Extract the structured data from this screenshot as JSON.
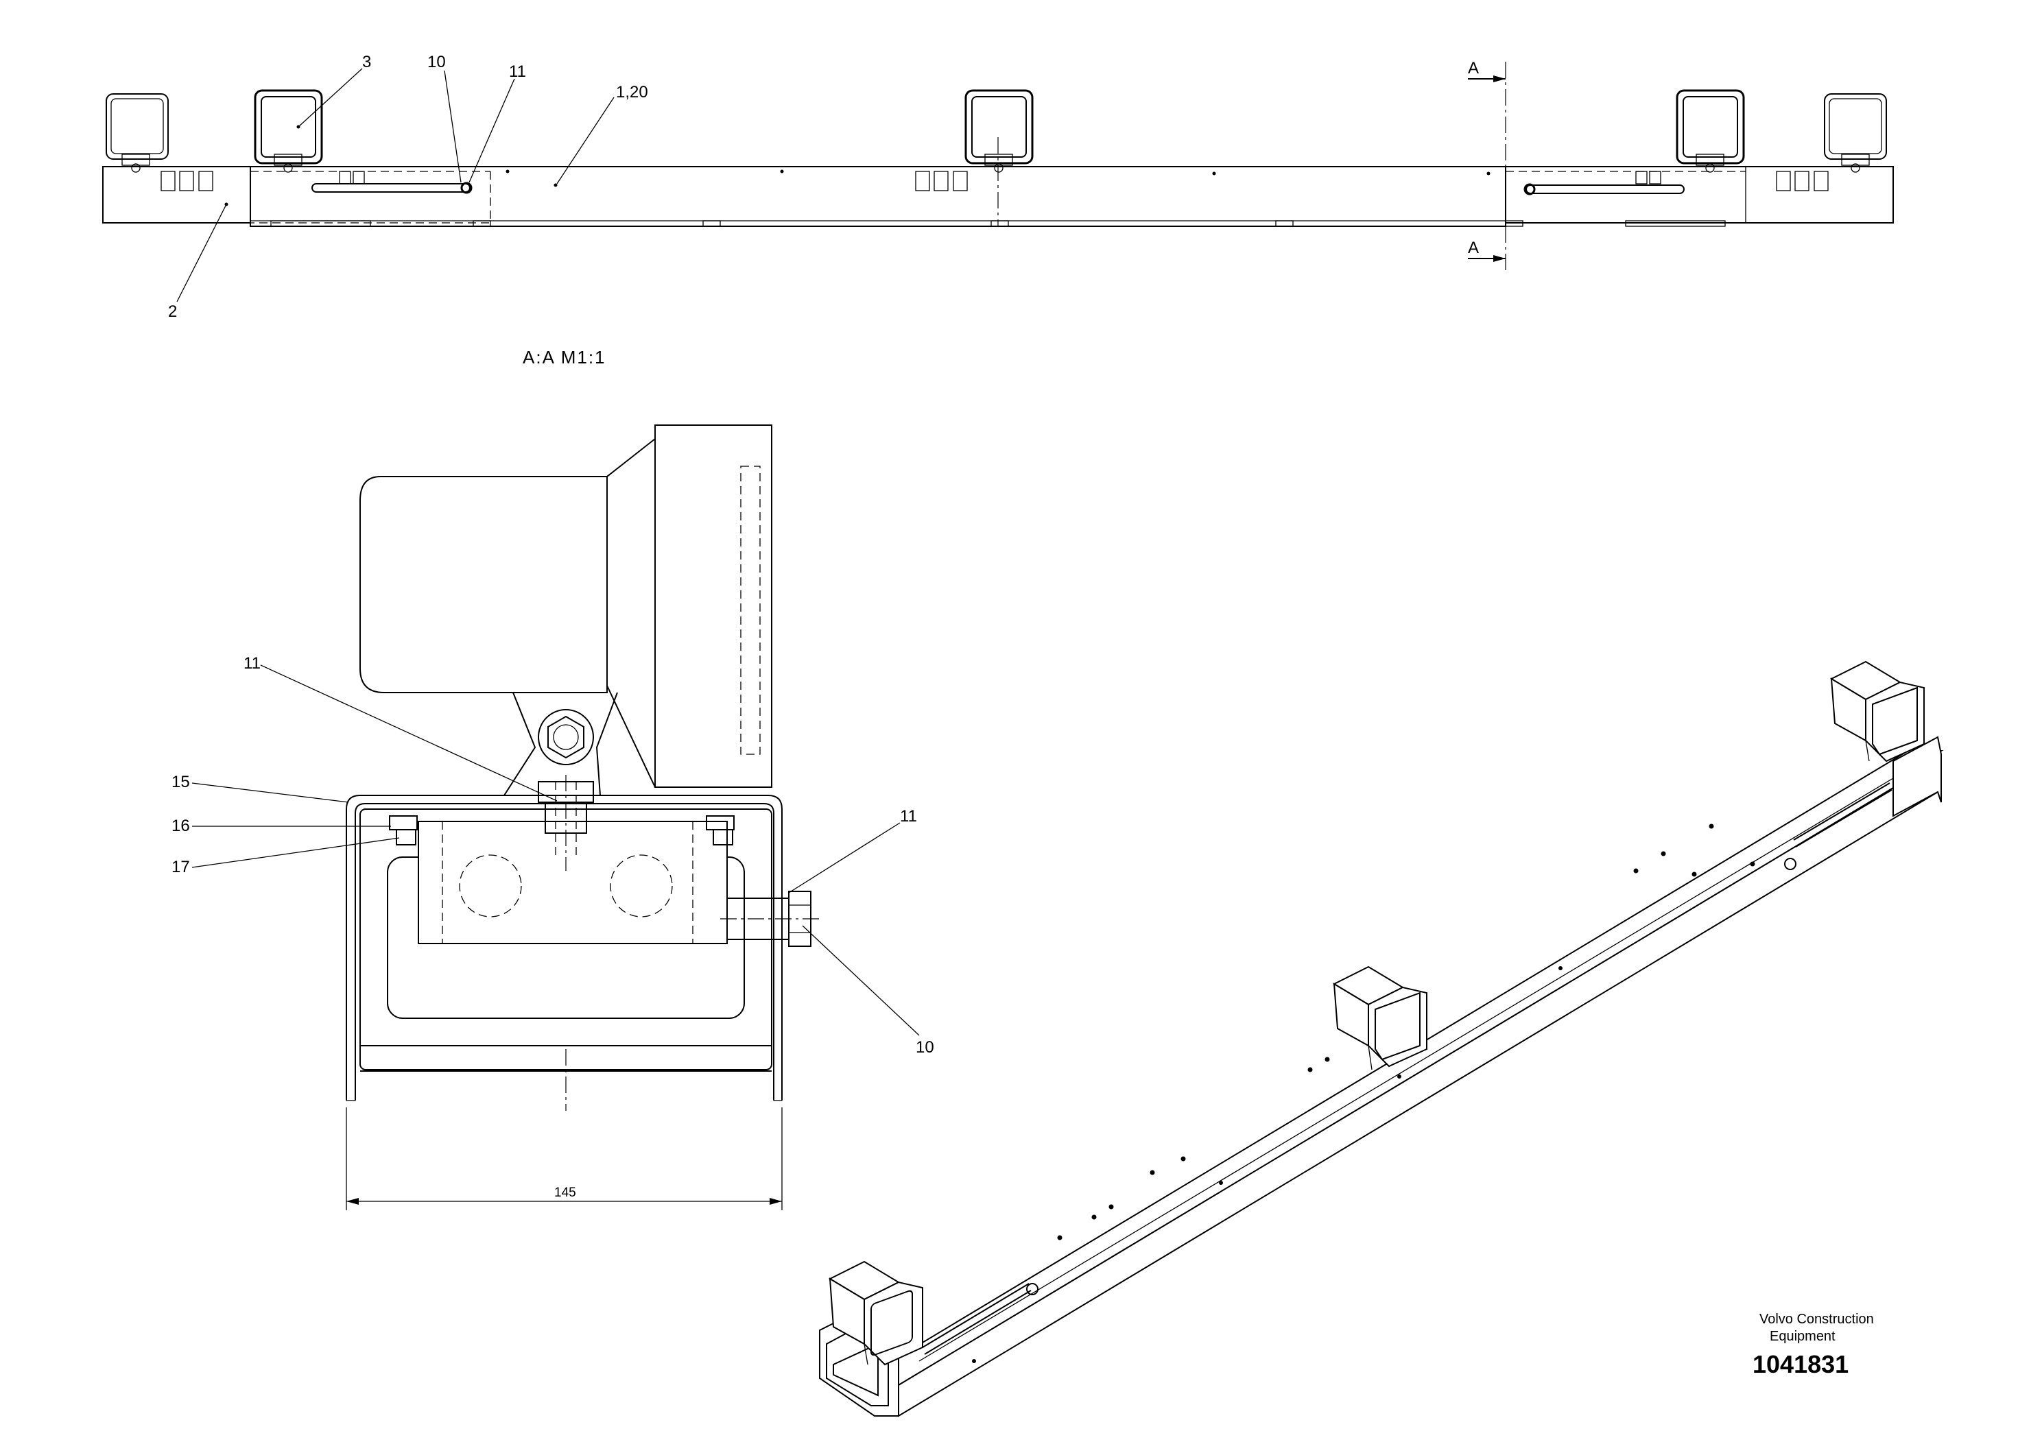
{
  "drawing": {
    "top_view": {
      "section_marker_top": "A",
      "section_marker_bottom": "A",
      "callouts": {
        "c3": "3",
        "c10": "10",
        "c11": "11",
        "c120": "1,20",
        "c2": "2"
      }
    },
    "section_view": {
      "title": "A:A  M1:1",
      "callouts": {
        "c11a": "11",
        "c15": "15",
        "c16": "16",
        "c17": "17",
        "c11b": "11",
        "c10": "10"
      },
      "dimension_width": "145"
    },
    "title_block": {
      "company_line1": "Volvo Construction",
      "company_line2": "Equipment",
      "part_number": "1041831"
    }
  }
}
